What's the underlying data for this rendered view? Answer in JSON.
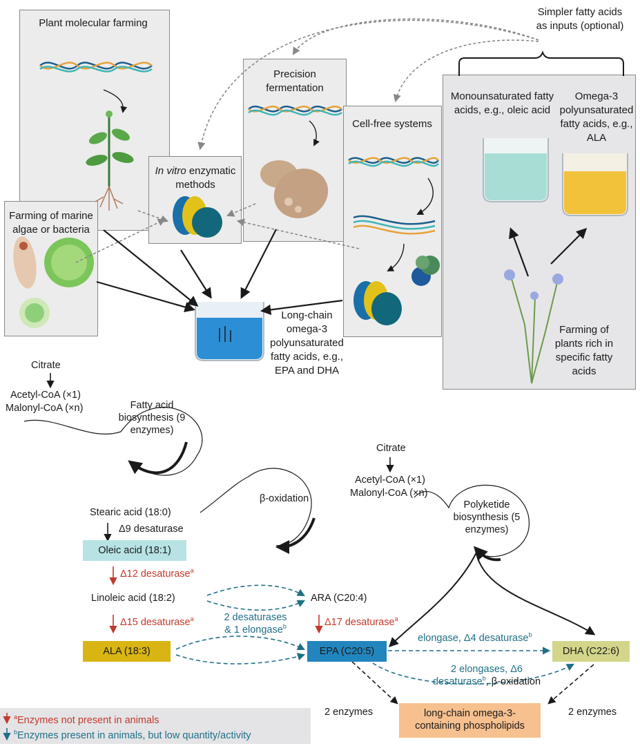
{
  "top": {
    "plant_molecular_farming": "Plant molecular farming",
    "in_vitro_italic": "In vitro",
    "in_vitro_rest": "enzymatic methods",
    "precision_fermentation": "Precision fermentation",
    "cell_free": "Cell-free systems",
    "marine": "Farming of marine algae or bacteria",
    "simpler_inputs": "Simpler fatty acids as inputs (optional)",
    "mufa": "Monounsaturated fatty acids, e.g., oleic acid",
    "omega3": "Omega-3 polyunsaturated fatty acids, e.g., ALA",
    "lc_omega3": "Long-chain omega-3 polyunsaturated fatty acids, e.g., EPA and DHA",
    "farming_plants": "Farming of plants rich in specific fatty acids"
  },
  "pathway": {
    "citrate_left": "Citrate",
    "acetyl_left": "Acetyl-CoA (×1)",
    "malonyl_left": "Malonyl-CoA (×n)",
    "fa_biosynthesis": "Fatty acid biosynthesis (9 enzymes)",
    "stearic": "Stearic acid (18:0)",
    "d9": "Δ9 desaturase",
    "beta_ox": "β-oxidation",
    "oleic": "Oleic acid (18:1)",
    "d12": "Δ12 desaturase",
    "linoleic": "Linoleic acid (18:2)",
    "ara": "ARA (C20:4)",
    "d15": "Δ15 desaturase",
    "two_desat_1": "2 desaturases",
    "two_desat_2": "& 1 elongase",
    "d17": "Δ17 desaturase",
    "ala": "ALA (18:3)",
    "epa": "EPA (C20:5)",
    "elong_d4": "elongase, Δ4 desaturase",
    "dha": "DHA (C22:6)",
    "two_elong_1": "2 elongases, Δ6",
    "two_elong_2a": "desaturase",
    "two_elong_2b": ", β-oxidation",
    "citrate_right": "Citrate",
    "acetyl_right": "Acetyl-CoA (×1)",
    "malonyl_right": "Malonyl-CoA (×n)",
    "polyketide": "Polyketide biosynthesis (5 enzymes)",
    "two_enz_left": "2 enzymes",
    "two_enz_right": "2 enzymes",
    "phospholipids": "long-chain omega-3-containing phospholipids",
    "sup_a": "a",
    "sup_b": "b"
  },
  "legend": {
    "a_sup": "a",
    "a_text": "Enzymes not present in animals",
    "b_sup": "b",
    "b_text": "Enzymes present in animals, but low quantity/activity"
  },
  "colors": {
    "oleic": "#b7e3e4",
    "ala": "#d9b514",
    "epa": "#2385be",
    "dha": "#d3d68a",
    "phospholipids": "#f6c08f",
    "red": "#c0392b",
    "teal": "#1f6f86",
    "panel": "#ececec"
  }
}
